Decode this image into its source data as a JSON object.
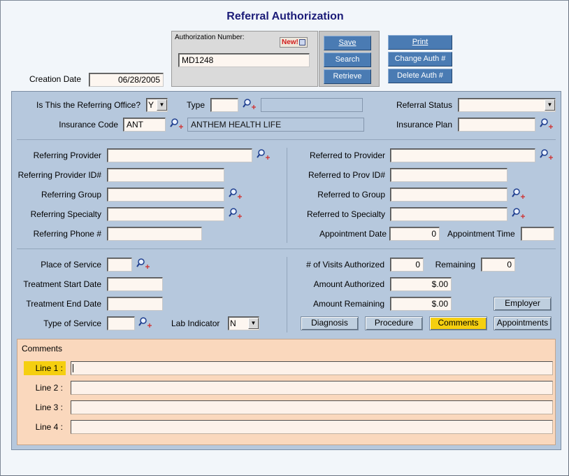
{
  "title": "Referral Authorization",
  "auth": {
    "label": "Authorization Number:",
    "new_label": "New!",
    "number": "MD1248"
  },
  "buttons": {
    "save": "Save",
    "search": "Search",
    "retrieve": "Retrieve",
    "print": "Print",
    "change_auth": "Change Auth #",
    "delete_auth": "Delete Auth #"
  },
  "creation": {
    "label": "Creation Date",
    "value": "06/28/2005"
  },
  "top_section": {
    "referring_office_label": "Is This the Referring Office?",
    "referring_office_value": "Y",
    "type_label": "Type",
    "type_value": "",
    "type_desc": "",
    "referral_status_label": "Referral Status",
    "referral_status_value": "",
    "insurance_code_label": "Insurance Code",
    "insurance_code_value": "ANT",
    "insurance_name": "ANTHEM HEALTH LIFE",
    "insurance_plan_label": "Insurance Plan",
    "insurance_plan_value": ""
  },
  "referring": {
    "provider_label": "Referring Provider",
    "provider_id_label": "Referring Provider ID#",
    "group_label": "Referring Group",
    "specialty_label": "Referring Specialty",
    "phone_label": "Referring Phone #"
  },
  "referred": {
    "provider_label": "Referred to Provider",
    "prov_id_label": "Referred to Prov ID#",
    "group_label": "Referred to Group",
    "specialty_label": "Referred to Specialty",
    "appt_date_label": "Appointment Date",
    "appt_date_value": "0",
    "appt_time_label": "Appointment Time",
    "appt_time_value": ""
  },
  "service": {
    "place_label": "Place of Service",
    "start_label": "Treatment Start Date",
    "end_label": "Treatment End Date",
    "type_label": "Type of Service",
    "lab_label": "Lab Indicator",
    "lab_value": "N",
    "visits_label": "# of Visits Authorized",
    "visits_value": "0",
    "remaining_label": "Remaining",
    "remaining_value": "0",
    "amount_auth_label": "Amount Authorized",
    "amount_auth_value": "$.00",
    "amount_rem_label": "Amount Remaining",
    "amount_rem_value": "$.00"
  },
  "tabs": {
    "employer": "Employer",
    "diagnosis": "Diagnosis",
    "procedure": "Procedure",
    "comments": "Comments",
    "appointments": "Appointments",
    "active": "Comments"
  },
  "comments": {
    "title": "Comments",
    "lines": [
      {
        "label": "Line 1 :",
        "value": ""
      },
      {
        "label": "Line 2 :",
        "value": ""
      },
      {
        "label": "Line 3 :",
        "value": ""
      },
      {
        "label": "Line 4 :",
        "value": ""
      }
    ]
  },
  "colors": {
    "panel": "#b6c8dd",
    "button_blue": "#4a7bb3",
    "highlight": "#f5cf10",
    "comments_bg": "#fad8bd"
  }
}
